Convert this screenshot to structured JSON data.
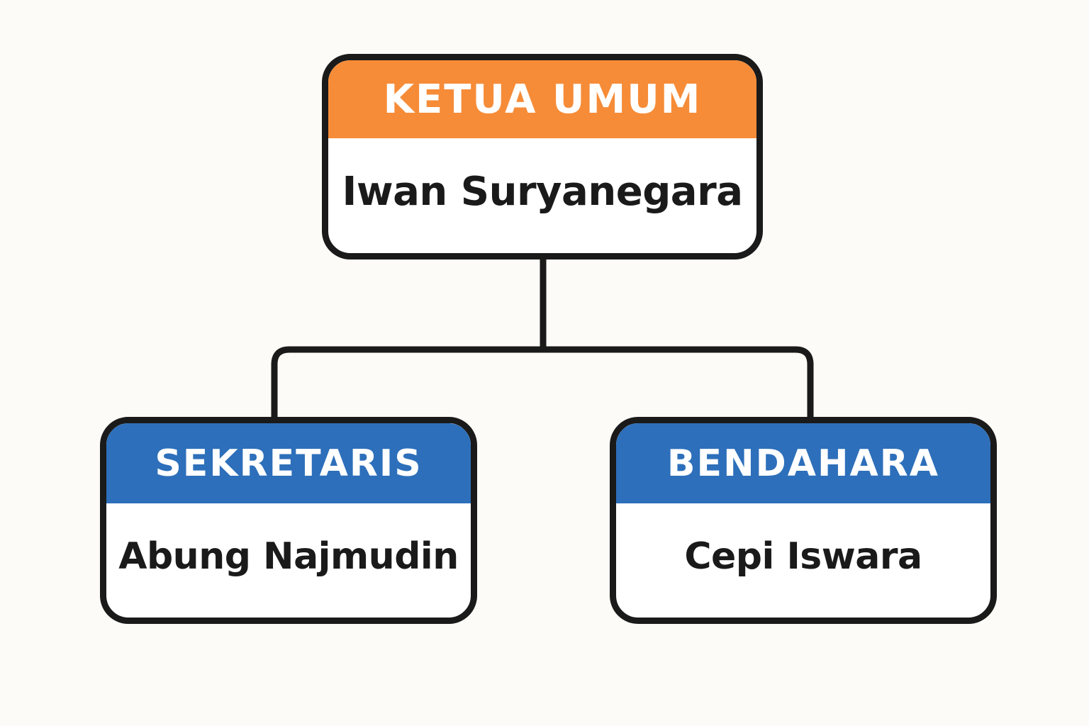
{
  "colors": {
    "top_header": "#f68c38",
    "bottom_header": "#2d6fba",
    "border": "#1a1a1a",
    "background": "#fdfbf7"
  },
  "chart": {
    "root": {
      "role": "KETUA UMUM",
      "name": "Iwan Suryanegara"
    },
    "children": [
      {
        "role": "SEKRETARIS",
        "name": "Abung Najmudin"
      },
      {
        "role": "BENDAHARA",
        "name": "Cepi Iswara"
      }
    ]
  }
}
